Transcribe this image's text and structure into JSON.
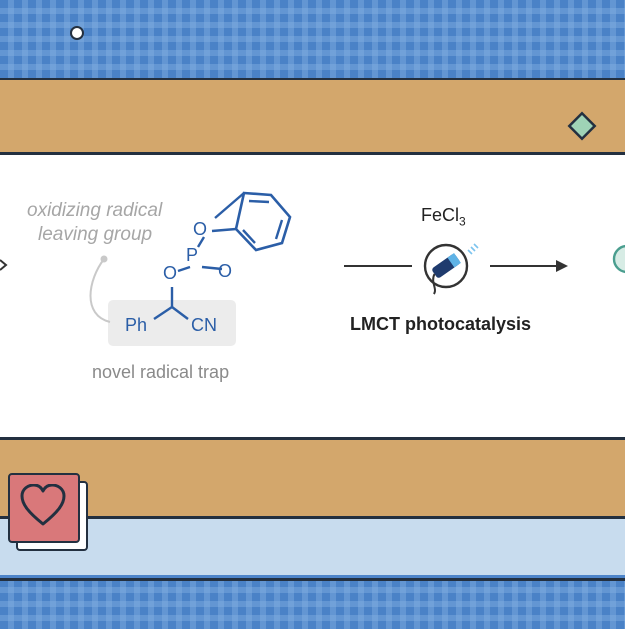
{
  "scheme": {
    "leaving_group_label_line1": "oxidizing radical",
    "leaving_group_label_line2": "leaving group",
    "atom_o1": "O",
    "atom_o2": "O",
    "atom_o3": "O",
    "atom_p": "P",
    "substituent_ph": "Ph",
    "substituent_cn": "CN",
    "trap_caption": "novel radical trap",
    "catalyst": "FeCl",
    "catalyst_subscript": "3",
    "method_label": "LMCT photocatalysis"
  },
  "colors": {
    "pattern_blue": "#4a82c7",
    "tan": "#d3a76c",
    "light_blue": "#c8dcee",
    "structure_blue": "#2b5ea7",
    "heart_pink": "#d9787a",
    "diamond_green": "#9fd3b6"
  },
  "icons": [
    "heart-icon",
    "diamond-icon",
    "lamp-icon",
    "circle-icon"
  ]
}
